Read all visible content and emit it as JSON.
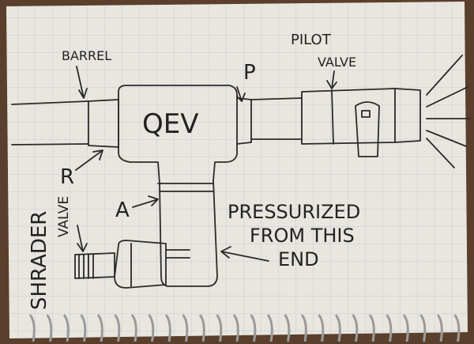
{
  "diagram": {
    "labels": {
      "barrel": "BARREL",
      "pilot_valve_1": "PILOT",
      "pilot_valve_2": "VALVE",
      "p": "P",
      "qev": "QEV",
      "r": "R",
      "a": "A",
      "pressurized_1": "PRESSURIZED",
      "pressurized_2": "FROM THIS",
      "pressurized_3": "END",
      "shrader_1": "SHRADER",
      "shrader_2": "VALVE"
    },
    "colors": {
      "background": "#5a3f2c",
      "paper": "#e9e6df",
      "grid": "#b9c6d6",
      "ink": "#2a2a2a",
      "spiral": "#9a9a9a"
    }
  }
}
